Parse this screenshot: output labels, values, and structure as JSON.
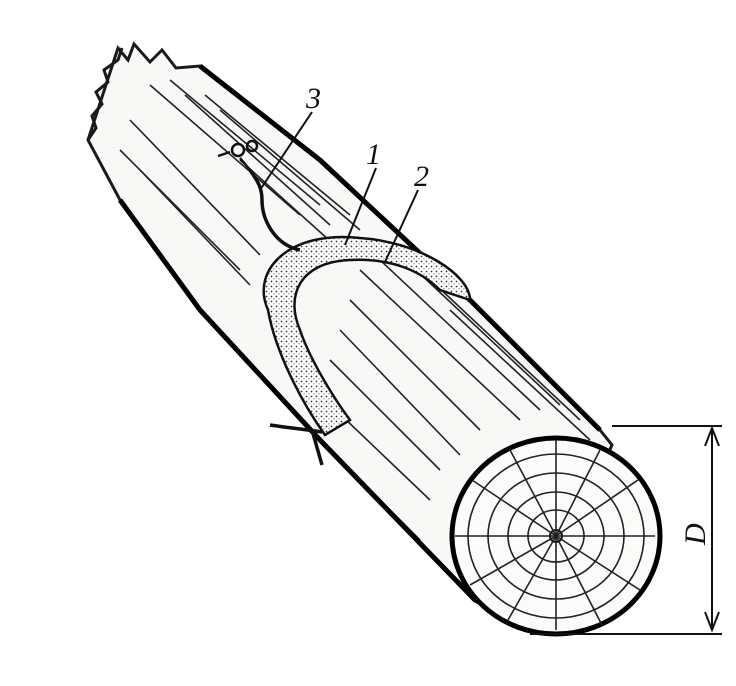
{
  "labels": {
    "charge_ring": "1",
    "log_surface": "2",
    "detonator_wire": "3",
    "diameter": "D"
  }
}
